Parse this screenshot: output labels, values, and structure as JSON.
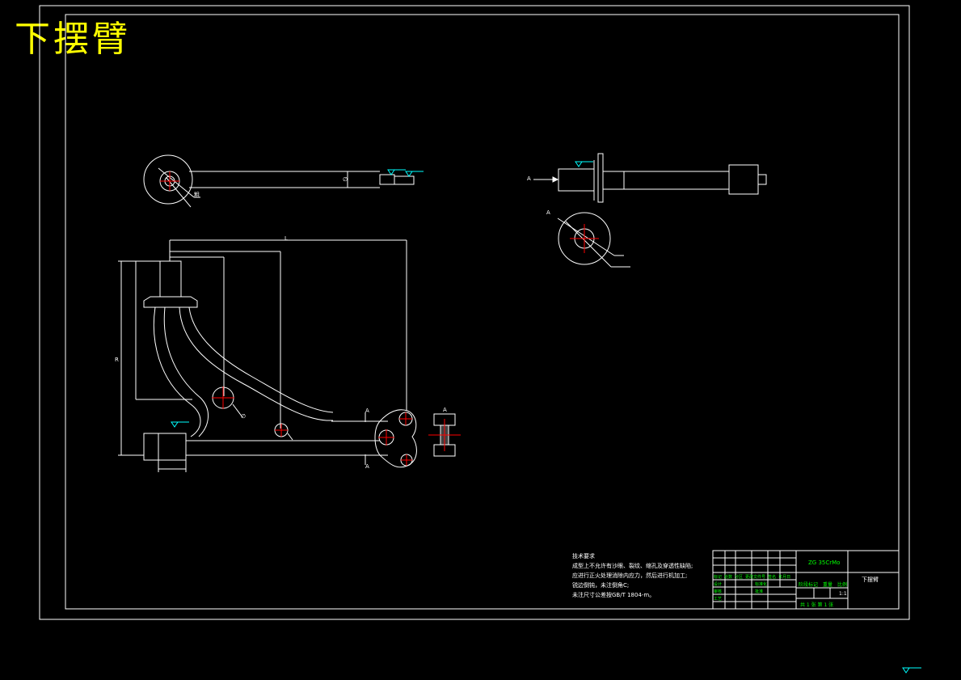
{
  "title": "下摆臂",
  "colors": {
    "background": "#000000",
    "line": "#ffffff",
    "title": "#ffff00",
    "center": "#ff0000",
    "annotation": "#00ffff",
    "table_text": "#00ff00"
  },
  "views": {
    "section_label": "A",
    "top_view_marks": [
      "∅",
      "粗"
    ],
    "front_dims": [
      "∅",
      "R",
      "L"
    ]
  },
  "tech_requirements": {
    "heading": "技术要求",
    "lines": [
      "成型上不允许有沙眼、裂纹、缩孔及穿透性缺陷;",
      "应进行正火处理消除内应力，然后进行机加工;",
      "锐边倒钝，未注倒角C;",
      "未注尺寸公差按GB/T 1804-m。"
    ]
  },
  "title_block": {
    "material": "ZG 35CrMo",
    "part_name": "下摆臂",
    "labels": [
      "标记",
      "处数",
      "分区",
      "更改文件号",
      "签名",
      "年月日"
    ],
    "row_labels": [
      "设计",
      "审核",
      "工艺",
      "标准化",
      "批准"
    ],
    "stage_headers": [
      "阶段标记",
      "重量",
      "比例"
    ],
    "scale": "1:1",
    "sheet": "共 1 张  第 1 张"
  }
}
